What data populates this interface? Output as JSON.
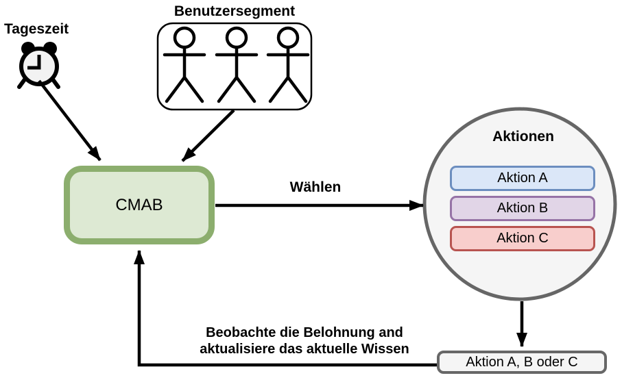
{
  "diagram": {
    "context_inputs": {
      "time_label": "Tageszeit",
      "segment_label": "Benutzersegment"
    },
    "agent": {
      "label": "CMAB"
    },
    "edges": {
      "choose_label": "Wählen",
      "feedback_line1": "Beobachte die Belohnung and",
      "feedback_line2": "aktualisiere das aktuelle Wissen"
    },
    "actions_group": {
      "title": "Aktionen",
      "actions": [
        {
          "label": "Aktion A",
          "fill": "#dbe7f8",
          "border": "#6c8ebf"
        },
        {
          "label": "Aktion B",
          "fill": "#e1d5e7",
          "border": "#9673a6"
        },
        {
          "label": "Aktion C",
          "fill": "#f8cecc",
          "border": "#b85450"
        }
      ]
    },
    "result_box": {
      "label": "Aktion A, B oder C"
    },
    "colors": {
      "agent_fill": "#dde9d3",
      "agent_border": "#8cae6e",
      "group_fill": "#f5f5f5",
      "group_border": "#666666",
      "arrow": "#000000"
    },
    "icons": {
      "time": "alarm-clock-icon",
      "segment": "stick-figure-icon"
    }
  }
}
